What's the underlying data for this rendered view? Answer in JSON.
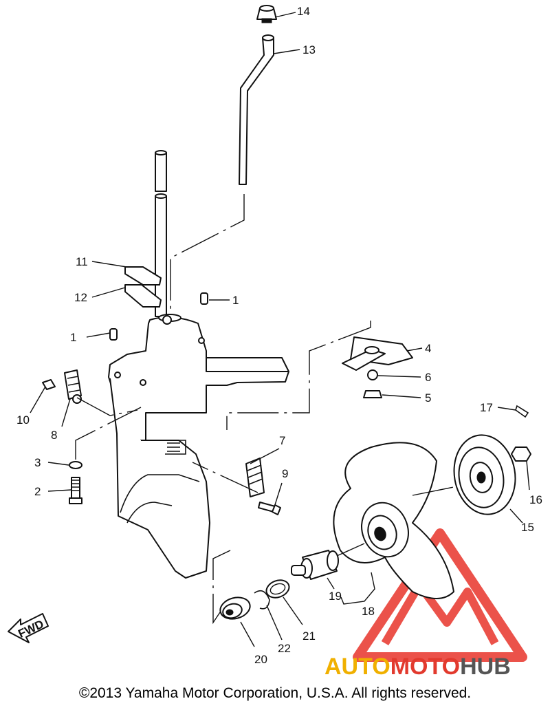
{
  "callouts": [
    {
      "id": "l14",
      "text": "14"
    },
    {
      "id": "l13",
      "text": "13"
    },
    {
      "id": "l11",
      "text": "11"
    },
    {
      "id": "l12",
      "text": "12"
    },
    {
      "id": "l1a",
      "text": "1"
    },
    {
      "id": "l1b",
      "text": "1"
    },
    {
      "id": "l4",
      "text": "4"
    },
    {
      "id": "l6",
      "text": "6"
    },
    {
      "id": "l5",
      "text": "5"
    },
    {
      "id": "l10",
      "text": "10"
    },
    {
      "id": "l8",
      "text": "8"
    },
    {
      "id": "l7",
      "text": "7"
    },
    {
      "id": "l3",
      "text": "3"
    },
    {
      "id": "l9",
      "text": "9"
    },
    {
      "id": "l2",
      "text": "2"
    },
    {
      "id": "l17",
      "text": "17"
    },
    {
      "id": "l16",
      "text": "16"
    },
    {
      "id": "l15",
      "text": "15"
    },
    {
      "id": "l19",
      "text": "19"
    },
    {
      "id": "l18",
      "text": "18"
    },
    {
      "id": "l21",
      "text": "21"
    },
    {
      "id": "l22",
      "text": "22"
    },
    {
      "id": "l20",
      "text": "20"
    }
  ],
  "fwd_label": "FWD",
  "watermark": {
    "auto": "AUTO",
    "moto": "MOTO",
    "hub": "HUB",
    "colors": {
      "auto": "#f0b000",
      "moto": "#e23a2e",
      "hub": "#555555",
      "triangle": "#e8352b"
    }
  },
  "footer": "©2013 Yamaha Motor Corporation, U.S.A. All rights reserved."
}
